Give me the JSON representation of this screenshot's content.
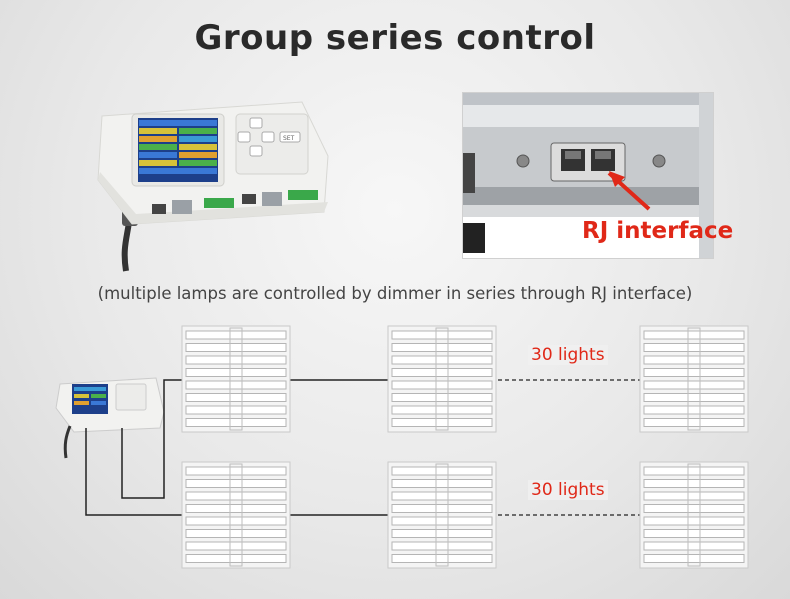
{
  "title": "Group series control",
  "subtitle": "(multiple lamps are controlled by dimmer in series through RJ interface)",
  "rj_label": "RJ interface",
  "rows": [
    {
      "count_label": "30 lights"
    },
    {
      "count_label": "30 lights"
    }
  ],
  "controller": {
    "button_set_label": "SET"
  },
  "colors": {
    "accent_red": "#e02818",
    "line": "#222222",
    "lamp_frame": "#c9c9c9"
  }
}
